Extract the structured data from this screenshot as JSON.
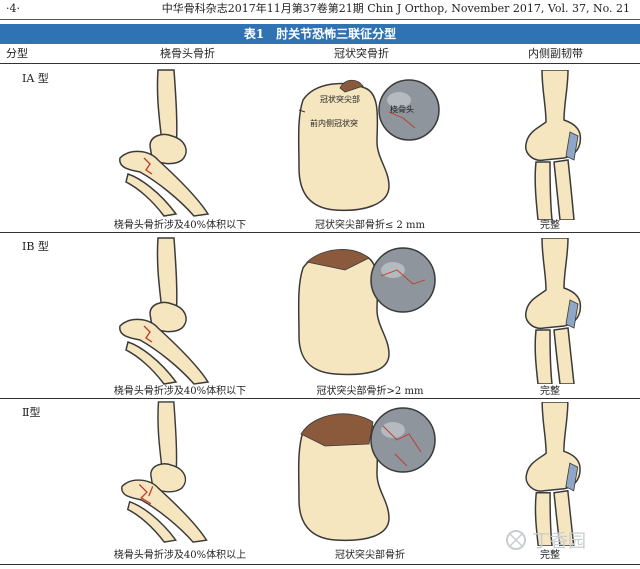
{
  "header": {
    "page_number": "·4·",
    "journal": "中华骨科杂志2017年11月第37卷第21期 Chin J Orthop, November 2017, Vol. 37, No. 21"
  },
  "table": {
    "title": "表1　肘关节恐怖三联征分型",
    "columns": [
      "分型",
      "桡骨头骨折",
      "冠状突骨折",
      "内侧副韧带"
    ],
    "rows": [
      {
        "type": "ⅠA 型",
        "radial_head": "桡骨头骨折涉及40%体积以下",
        "coronoid": "冠状突尖部骨折≤ 2 mm",
        "mcl": "完整"
      },
      {
        "type": "ⅠB 型",
        "radial_head": "桡骨头骨折涉及40%体积以下",
        "coronoid": "冠状突尖部骨折>2 mm",
        "mcl": "完整"
      },
      {
        "type": "Ⅱ型",
        "radial_head": "桡骨头骨折涉及40%体积以上",
        "coronoid": "冠状突尖部骨折",
        "mcl": "完整"
      }
    ],
    "diagram_labels": {
      "coronoid_tip": "冠状突尖部",
      "anteromedial_facet": "前内侧冠状突",
      "radial_head": "桡骨头"
    }
  },
  "watermark": "丁香园",
  "colors": {
    "title_bar": "#2f73b5",
    "bone_fill": "#f6e6bf",
    "bone_stroke": "#3a3a3a",
    "coronoid_fill": "#ecd59e",
    "fracture": "#c0392b",
    "radial_head_sphere": "#8e959c",
    "ligament": "#8fa7c6"
  }
}
